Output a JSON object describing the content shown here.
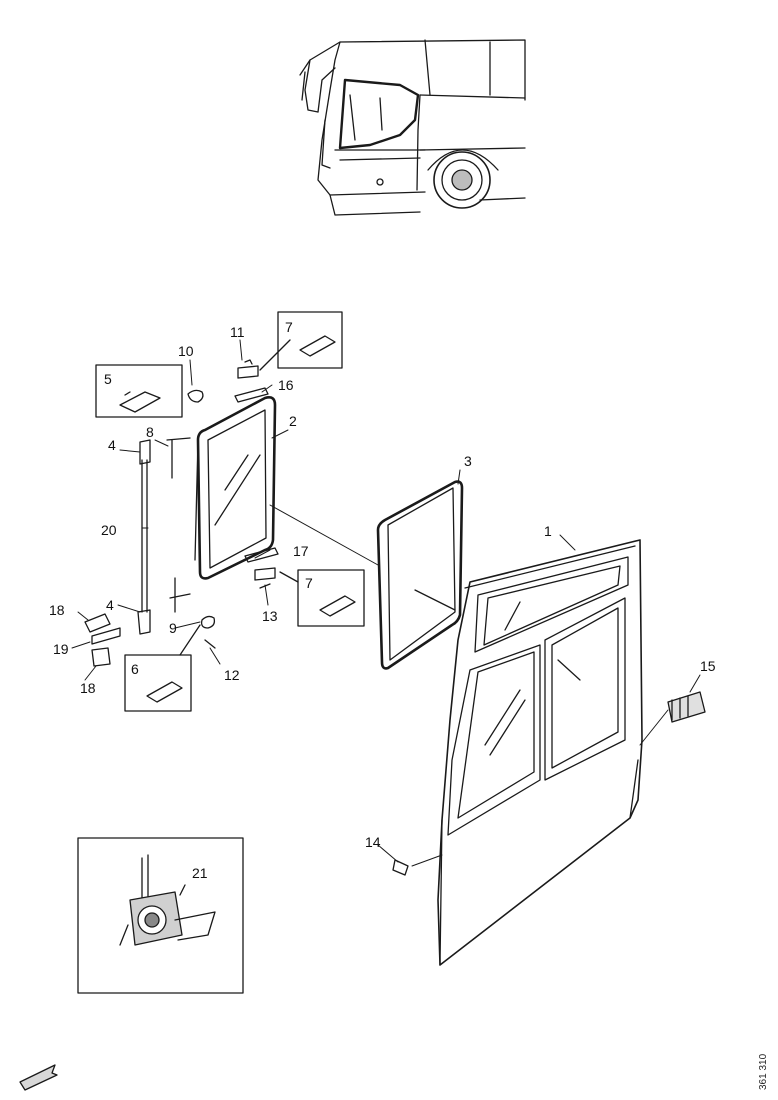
{
  "callouts": {
    "c1": "1",
    "c2": "2",
    "c3": "3",
    "c4a": "4",
    "c4b": "4",
    "c5": "5",
    "c6": "6",
    "c7a": "7",
    "c7b": "7",
    "c8": "8",
    "c9": "9",
    "c10": "10",
    "c11": "11",
    "c12": "12",
    "c13": "13",
    "c14": "14",
    "c15": "15",
    "c16": "16",
    "c17": "17",
    "c18a": "18",
    "c18b": "18",
    "c19": "19",
    "c20": "20",
    "c21": "21"
  },
  "reference_code": "361 310",
  "colors": {
    "line": "#1a1a1a",
    "fill": "#ffffff",
    "shade": "#bdbdbd"
  }
}
